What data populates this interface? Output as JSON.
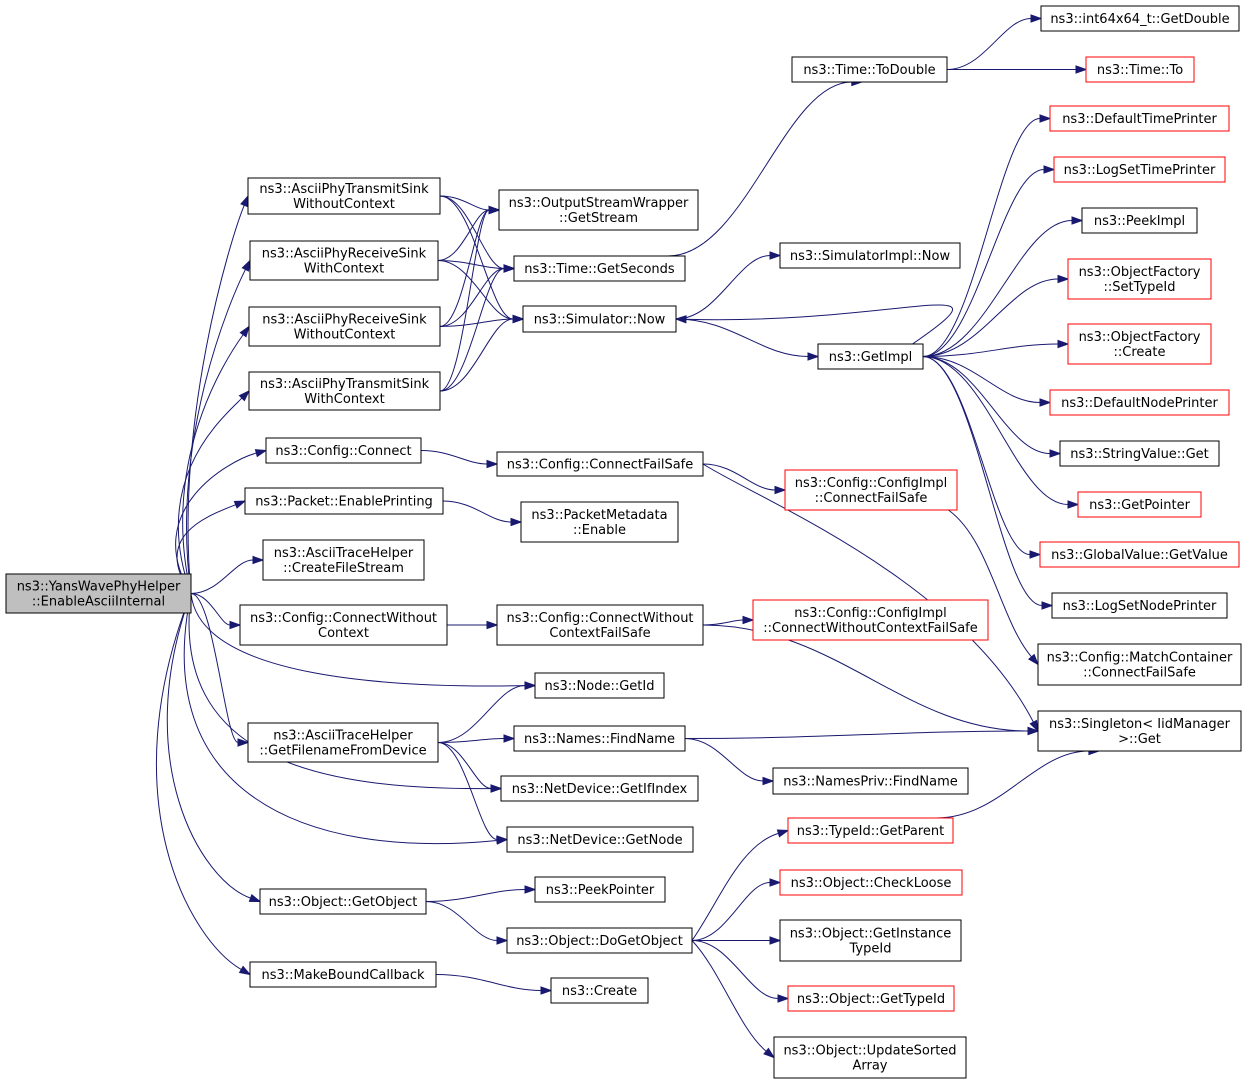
{
  "graph": {
    "colors": {
      "edge": "#191970",
      "border": "#000000",
      "external_border": "#ff0000",
      "focus_fill": "#bfbfbf"
    },
    "nodes": [
      {
        "id": "n0",
        "lines": [
          "ns3::YansWavePhyHelper",
          "::EnableAsciiInternal"
        ],
        "kind": "focus"
      },
      {
        "id": "n1",
        "lines": [
          "ns3::AsciiPhyTransmitSink",
          "WithoutContext"
        ],
        "kind": "normal"
      },
      {
        "id": "n2",
        "lines": [
          "ns3::AsciiPhyReceiveSink",
          "WithContext"
        ],
        "kind": "normal"
      },
      {
        "id": "n3",
        "lines": [
          "ns3::AsciiPhyReceiveSink",
          "WithoutContext"
        ],
        "kind": "normal"
      },
      {
        "id": "n4",
        "lines": [
          "ns3::AsciiPhyTransmitSink",
          "WithContext"
        ],
        "kind": "normal"
      },
      {
        "id": "n5",
        "lines": [
          "ns3::Config::Connect"
        ],
        "kind": "normal"
      },
      {
        "id": "n6",
        "lines": [
          "ns3::Packet::EnablePrinting"
        ],
        "kind": "normal"
      },
      {
        "id": "n7",
        "lines": [
          "ns3::AsciiTraceHelper",
          "::CreateFileStream"
        ],
        "kind": "normal"
      },
      {
        "id": "n8",
        "lines": [
          "ns3::Config::ConnectWithout",
          "Context"
        ],
        "kind": "normal"
      },
      {
        "id": "n9",
        "lines": [
          "ns3::AsciiTraceHelper",
          "::GetFilenameFromDevice"
        ],
        "kind": "normal"
      },
      {
        "id": "n10",
        "lines": [
          "ns3::Object::GetObject"
        ],
        "kind": "normal"
      },
      {
        "id": "n11",
        "lines": [
          "ns3::MakeBoundCallback"
        ],
        "kind": "normal"
      },
      {
        "id": "n12",
        "lines": [
          "ns3::OutputStreamWrapper",
          "::GetStream"
        ],
        "kind": "normal"
      },
      {
        "id": "n13",
        "lines": [
          "ns3::Time::GetSeconds"
        ],
        "kind": "normal"
      },
      {
        "id": "n14",
        "lines": [
          "ns3::Simulator::Now"
        ],
        "kind": "normal"
      },
      {
        "id": "n15",
        "lines": [
          "ns3::Config::ConnectFailSafe"
        ],
        "kind": "normal"
      },
      {
        "id": "n16",
        "lines": [
          "ns3::PacketMetadata",
          "::Enable"
        ],
        "kind": "normal"
      },
      {
        "id": "n17",
        "lines": [
          "ns3::Config::ConnectWithout",
          "ContextFailSafe"
        ],
        "kind": "normal"
      },
      {
        "id": "n18",
        "lines": [
          "ns3::Node::GetId"
        ],
        "kind": "normal"
      },
      {
        "id": "n19",
        "lines": [
          "ns3::Names::FindName"
        ],
        "kind": "normal"
      },
      {
        "id": "n20",
        "lines": [
          "ns3::NetDevice::GetIfIndex"
        ],
        "kind": "normal"
      },
      {
        "id": "n21",
        "lines": [
          "ns3::NetDevice::GetNode"
        ],
        "kind": "normal"
      },
      {
        "id": "n22",
        "lines": [
          "ns3::PeekPointer"
        ],
        "kind": "normal"
      },
      {
        "id": "n23",
        "lines": [
          "ns3::Object::DoGetObject"
        ],
        "kind": "normal"
      },
      {
        "id": "n24",
        "lines": [
          "ns3::Create"
        ],
        "kind": "normal"
      },
      {
        "id": "n25",
        "lines": [
          "ns3::Time::ToDouble"
        ],
        "kind": "normal"
      },
      {
        "id": "n26",
        "lines": [
          "ns3::SimulatorImpl::Now"
        ],
        "kind": "normal"
      },
      {
        "id": "n27",
        "lines": [
          "ns3::GetImpl"
        ],
        "kind": "normal"
      },
      {
        "id": "n28",
        "lines": [
          "ns3::Config::ConfigImpl",
          "::ConnectFailSafe"
        ],
        "kind": "external"
      },
      {
        "id": "n29",
        "lines": [
          "ns3::Config::ConfigImpl",
          "::ConnectWithoutContextFailSafe"
        ],
        "kind": "external"
      },
      {
        "id": "n30",
        "lines": [
          "ns3::NamesPriv::FindName"
        ],
        "kind": "normal"
      },
      {
        "id": "n31",
        "lines": [
          "ns3::TypeId::GetParent"
        ],
        "kind": "external"
      },
      {
        "id": "n32",
        "lines": [
          "ns3::Object::CheckLoose"
        ],
        "kind": "external"
      },
      {
        "id": "n33",
        "lines": [
          "ns3::Object::GetInstance",
          "TypeId"
        ],
        "kind": "normal"
      },
      {
        "id": "n34",
        "lines": [
          "ns3::Object::GetTypeId"
        ],
        "kind": "external"
      },
      {
        "id": "n35",
        "lines": [
          "ns3::Object::UpdateSorted",
          "Array"
        ],
        "kind": "normal"
      },
      {
        "id": "n36",
        "lines": [
          "ns3::int64x64_t::GetDouble"
        ],
        "kind": "normal"
      },
      {
        "id": "n37",
        "lines": [
          "ns3::Time::To"
        ],
        "kind": "external"
      },
      {
        "id": "n38",
        "lines": [
          "ns3::DefaultTimePrinter"
        ],
        "kind": "external"
      },
      {
        "id": "n39",
        "lines": [
          "ns3::LogSetTimePrinter"
        ],
        "kind": "external"
      },
      {
        "id": "n40",
        "lines": [
          "ns3::PeekImpl"
        ],
        "kind": "normal"
      },
      {
        "id": "n41",
        "lines": [
          "ns3::ObjectFactory",
          "::SetTypeId"
        ],
        "kind": "external"
      },
      {
        "id": "n42",
        "lines": [
          "ns3::ObjectFactory",
          "::Create"
        ],
        "kind": "external"
      },
      {
        "id": "n43",
        "lines": [
          "ns3::DefaultNodePrinter"
        ],
        "kind": "external"
      },
      {
        "id": "n44",
        "lines": [
          "ns3::StringValue::Get"
        ],
        "kind": "normal"
      },
      {
        "id": "n45",
        "lines": [
          "ns3::GetPointer"
        ],
        "kind": "external"
      },
      {
        "id": "n46",
        "lines": [
          "ns3::GlobalValue::GetValue"
        ],
        "kind": "external"
      },
      {
        "id": "n47",
        "lines": [
          "ns3::LogSetNodePrinter"
        ],
        "kind": "normal"
      },
      {
        "id": "n48",
        "lines": [
          "ns3::Config::MatchContainer",
          "::ConnectFailSafe"
        ],
        "kind": "normal"
      },
      {
        "id": "n49",
        "lines": [
          "ns3::Singleton< IidManager",
          " >::Get"
        ],
        "kind": "normal"
      }
    ],
    "edges": [
      [
        "n0",
        "n1"
      ],
      [
        "n0",
        "n2"
      ],
      [
        "n0",
        "n3"
      ],
      [
        "n0",
        "n4"
      ],
      [
        "n0",
        "n5"
      ],
      [
        "n0",
        "n6"
      ],
      [
        "n0",
        "n7"
      ],
      [
        "n0",
        "n8"
      ],
      [
        "n0",
        "n9"
      ],
      [
        "n0",
        "n10"
      ],
      [
        "n0",
        "n11"
      ],
      [
        "n0",
        "n18"
      ],
      [
        "n0",
        "n20"
      ],
      [
        "n0",
        "n21"
      ],
      [
        "n1",
        "n12"
      ],
      [
        "n1",
        "n13"
      ],
      [
        "n1",
        "n14"
      ],
      [
        "n2",
        "n12"
      ],
      [
        "n2",
        "n13"
      ],
      [
        "n2",
        "n14"
      ],
      [
        "n3",
        "n12"
      ],
      [
        "n3",
        "n13"
      ],
      [
        "n3",
        "n14"
      ],
      [
        "n4",
        "n12"
      ],
      [
        "n4",
        "n13"
      ],
      [
        "n4",
        "n14"
      ],
      [
        "n5",
        "n15"
      ],
      [
        "n6",
        "n16"
      ],
      [
        "n8",
        "n17"
      ],
      [
        "n9",
        "n18"
      ],
      [
        "n9",
        "n19"
      ],
      [
        "n9",
        "n20"
      ],
      [
        "n9",
        "n21"
      ],
      [
        "n10",
        "n22"
      ],
      [
        "n10",
        "n23"
      ],
      [
        "n11",
        "n24"
      ],
      [
        "n13",
        "n25"
      ],
      [
        "n14",
        "n26"
      ],
      [
        "n14",
        "n27"
      ],
      [
        "n15",
        "n28"
      ],
      [
        "n15",
        "n49"
      ],
      [
        "n17",
        "n29"
      ],
      [
        "n17",
        "n49"
      ],
      [
        "n19",
        "n30"
      ],
      [
        "n19",
        "n49"
      ],
      [
        "n23",
        "n31"
      ],
      [
        "n23",
        "n32"
      ],
      [
        "n23",
        "n33"
      ],
      [
        "n23",
        "n34"
      ],
      [
        "n23",
        "n35"
      ],
      [
        "n25",
        "n36"
      ],
      [
        "n25",
        "n37"
      ],
      [
        "n27",
        "n14"
      ],
      [
        "n27",
        "n38"
      ],
      [
        "n27",
        "n39"
      ],
      [
        "n27",
        "n40"
      ],
      [
        "n27",
        "n41"
      ],
      [
        "n27",
        "n42"
      ],
      [
        "n27",
        "n43"
      ],
      [
        "n27",
        "n44"
      ],
      [
        "n27",
        "n45"
      ],
      [
        "n27",
        "n46"
      ],
      [
        "n27",
        "n47"
      ],
      [
        "n28",
        "n48"
      ],
      [
        "n31",
        "n49"
      ]
    ]
  }
}
